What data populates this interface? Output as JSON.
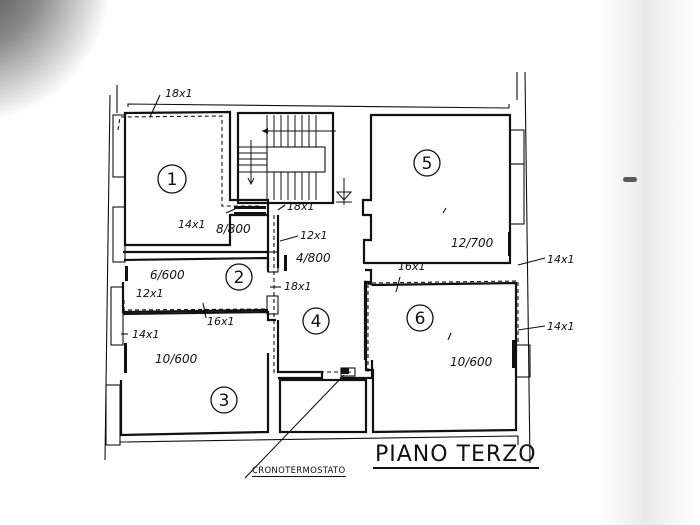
{
  "document": {
    "type": "floor-plan",
    "title": "PIANO TERZO",
    "thermostat_label": "CRONOTERMOSTATO"
  },
  "rooms": [
    {
      "id": "1",
      "number": "1",
      "radiator": "8/800"
    },
    {
      "id": "2",
      "number": "2",
      "radiator": "6/600"
    },
    {
      "id": "3",
      "number": "3",
      "radiator": "10/600"
    },
    {
      "id": "4",
      "number": "4",
      "radiator": "4/800"
    },
    {
      "id": "5",
      "number": "5",
      "radiator": "12/700"
    },
    {
      "id": "6",
      "number": "6",
      "radiator": "10/600"
    }
  ],
  "pipe_labels": {
    "top_room1": "18x1",
    "room1_radiator": "14x1",
    "stair_corner": "18x1",
    "hall_top": "12x1",
    "hall_mid": "18x1",
    "room2_left": "12x1",
    "room2_room3_wall": "16x1",
    "room3_left": "14x1",
    "room5_room6_wall": "16x1",
    "room5_right": "14x1",
    "room6_right": "14x1"
  },
  "colors": {
    "ink": "#111111",
    "paper": "#ffffff"
  }
}
